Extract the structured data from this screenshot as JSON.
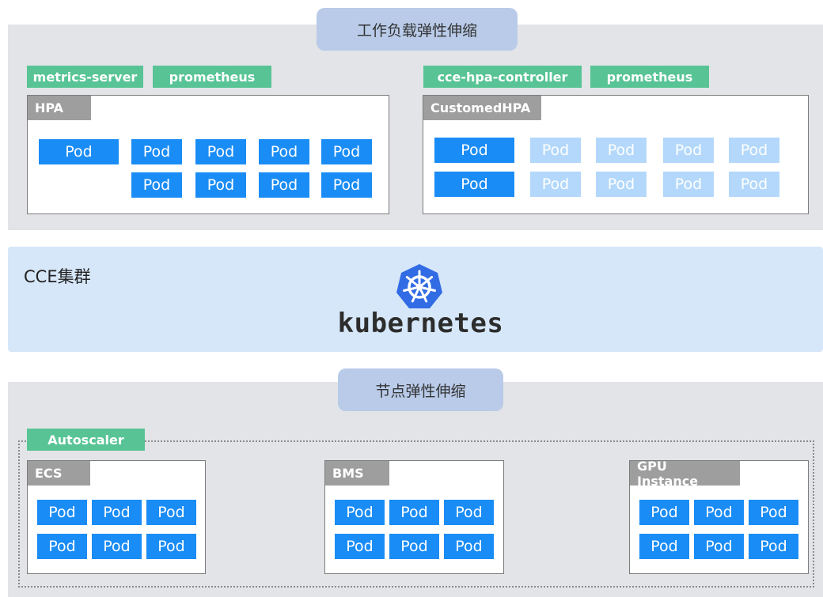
{
  "workload_scaling": {
    "title": "工作负载弹性伸缩",
    "hpa": {
      "tags": [
        "metrics-server",
        "prometheus"
      ],
      "label": "HPA",
      "pods": [
        "Pod",
        "Pod",
        "Pod",
        "Pod",
        "Pod",
        "Pod",
        "Pod",
        "Pod",
        "Pod"
      ]
    },
    "customed_hpa": {
      "tags": [
        "cce-hpa-controller",
        "prometheus"
      ],
      "label": "CustomedHPA",
      "pods": [
        "Pod",
        "Pod",
        "Pod",
        "Pod",
        "Pod",
        "Pod",
        "Pod",
        "Pod",
        "Pod",
        "Pod"
      ],
      "pending_pods_per_row": 4
    }
  },
  "cluster": {
    "label": "CCE集群",
    "logo_text": "kubernetes",
    "logo_icon": "kubernetes-helm-icon"
  },
  "node_scaling": {
    "title": "节点弹性伸缩",
    "autoscaler_label": "Autoscaler",
    "nodes": [
      {
        "label": "ECS",
        "pods": [
          "Pod",
          "Pod",
          "Pod",
          "Pod",
          "Pod",
          "Pod"
        ]
      },
      {
        "label": "BMS",
        "pods": [
          "Pod",
          "Pod",
          "Pod",
          "Pod",
          "Pod",
          "Pod"
        ]
      },
      {
        "label": "GPU Instance",
        "pods": [
          "Pod",
          "Pod",
          "Pod",
          "Pod",
          "Pod",
          "Pod"
        ]
      }
    ]
  },
  "colors": {
    "pod_active": "#1a8cf5",
    "pod_pending": "#b3d8fb",
    "tag_green": "#58c495",
    "section_title": "#b9cbe9",
    "band_gray": "#e2e4e7",
    "cluster_band": "#d6e7f9"
  }
}
